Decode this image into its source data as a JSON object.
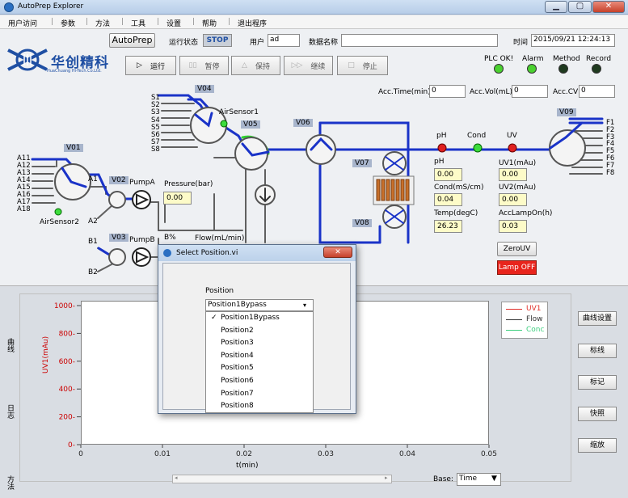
{
  "window": {
    "title": "AutoPrep Explorer"
  },
  "menu": [
    "用户访问",
    "参数",
    "方法",
    "工具",
    "设置",
    "帮助",
    "退出程序"
  ],
  "header": {
    "app_button": "AutoPrep",
    "run_state_label": "运行状态",
    "run_state_value": "STOP",
    "user_label": "用户",
    "user_value": "ad",
    "data_name_label": "数据名称",
    "data_name_value": "",
    "time_label": "时间",
    "time_value": "2015/09/21 12:24:13"
  },
  "logo": {
    "cn": "华创精科",
    "en": "HuaChuang Hi-Tech.Co.Ltd."
  },
  "controls": {
    "run": "运行",
    "pause": "暂停",
    "hold": "保持",
    "continue": "继续",
    "stop": "停止"
  },
  "status": {
    "plc": "PLC OK!",
    "alarm": "Alarm",
    "method": "Method",
    "record": "Record",
    "led_on": "#4ad12f",
    "led_off": "#1f3a1f"
  },
  "acc": {
    "time_label": "Acc.Time(min)",
    "time_value": "0",
    "vol_label": "Acc.Vol(mL)",
    "vol_value": "0",
    "cv_label": "Acc.CV",
    "cv_value": "0"
  },
  "valves": {
    "v01": "V01",
    "v02": "V02",
    "v03": "V03",
    "v04": "V04",
    "v05": "V05",
    "v06": "V06",
    "v07": "V07",
    "v08": "V08",
    "v09": "V09"
  },
  "ports": {
    "a": [
      "A11",
      "A12",
      "A13",
      "A14",
      "A15",
      "A16",
      "A17",
      "A18"
    ],
    "s": [
      "S1",
      "S2",
      "S3",
      "S4",
      "S5",
      "S6",
      "S7",
      "S8"
    ],
    "f": [
      "F1",
      "F2",
      "F3",
      "F4",
      "F5",
      "F6",
      "F7",
      "F8"
    ],
    "a1": "A1",
    "a2": "A2",
    "b1": "B1",
    "b2": "B2"
  },
  "sensors": {
    "air1": "AirSensor1",
    "air2": "AirSensor2",
    "pump_a": "PumpA",
    "pump_b": "PumpB",
    "pressure_label": "Pressure(bar)",
    "pressure_value": "0.00",
    "bpct": "B%",
    "flow_label": "Flow(mL/min)"
  },
  "detectors": {
    "ph": "pH",
    "cond": "Cond",
    "uv": "UV"
  },
  "readouts": {
    "ph_label": "pH",
    "ph_value": "0.00",
    "cond_label": "Cond(mS/cm)",
    "cond_value": "0.04",
    "temp_label": "Temp(degC)",
    "temp_value": "26.23",
    "uv1_label": "UV1(mAu)",
    "uv1_value": "0.00",
    "uv2_label": "UV2(mAu)",
    "uv2_value": "0.00",
    "lamp_label": "AccLampOn(h)",
    "lamp_value": "0.03",
    "zero_uv": "ZeroUV",
    "lamp_off": "Lamp OFF"
  },
  "chart_data": {
    "type": "line",
    "ylabel": "UV1(mAu)",
    "xlabel": "t(min)",
    "ylim": [
      0,
      1000
    ],
    "xlim": [
      0,
      0.05
    ],
    "yticks": [
      "0",
      "200",
      "400",
      "600",
      "800",
      "1000"
    ],
    "xticks": [
      "0",
      "0.01",
      "0.02",
      "0.03",
      "0.04",
      "0.05"
    ],
    "legend": [
      {
        "name": "UV1",
        "color": "#e0302a"
      },
      {
        "name": "Flow",
        "color": "#333333"
      },
      {
        "name": "Conc",
        "color": "#3ecf7f"
      }
    ],
    "legend_position": "top-right",
    "series": []
  },
  "chart_panel": {
    "tabs": [
      "曲线",
      "日志",
      "方法"
    ],
    "buttons": [
      "曲线设置",
      "标线",
      "标记",
      "快照",
      "缩放"
    ],
    "base_label": "Base:",
    "base_value": "Time"
  },
  "dialog": {
    "title": "Select Position.vi",
    "label": "Position",
    "selected": "Position1Bypass",
    "options": [
      "Position1Bypass",
      "Position2",
      "Position3",
      "Position4",
      "Position5",
      "Position6",
      "Position7",
      "Position8"
    ]
  }
}
